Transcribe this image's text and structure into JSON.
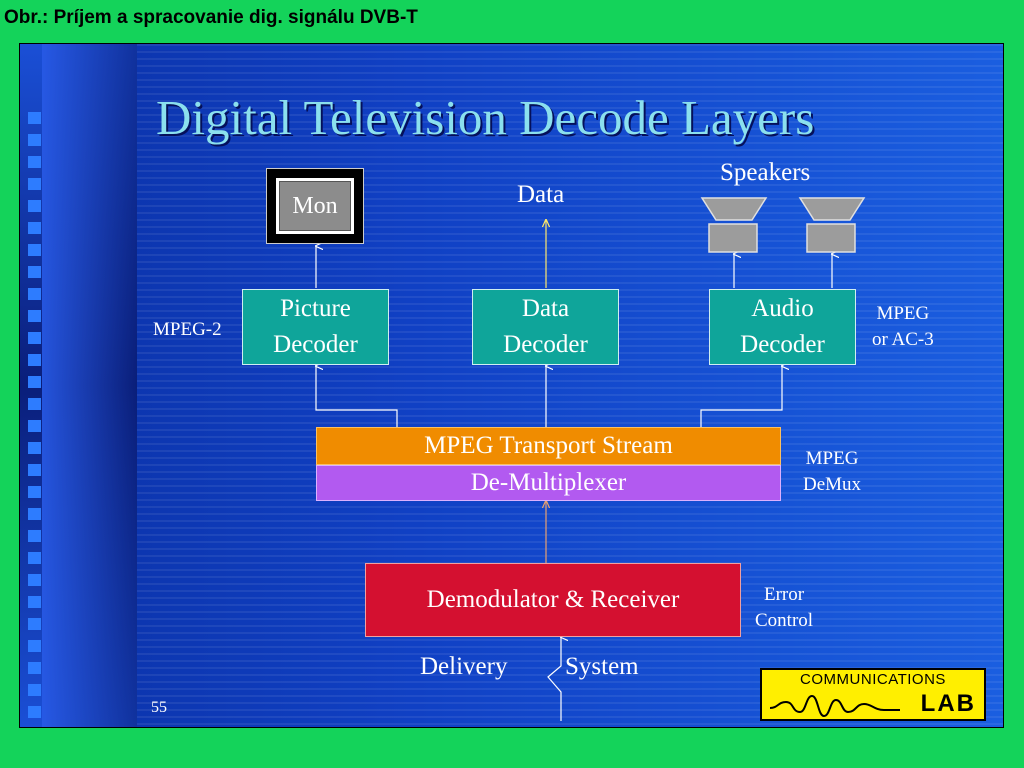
{
  "caption": "Obr.: Príjem a spracovanie dig. signálu DVB-T",
  "title": "Digital Television Decode Layers",
  "monitor_label": "Mon",
  "data_label": "Data",
  "speakers_label": "Speakers",
  "picture_decoder": [
    "Picture",
    "Decoder"
  ],
  "data_decoder": [
    "Data",
    "Decoder"
  ],
  "audio_decoder": [
    "Audio",
    "Decoder"
  ],
  "mpeg2_label": "MPEG-2",
  "mpeg_ac3_label": [
    "MPEG",
    "or AC-3"
  ],
  "transport_stream": "MPEG Transport Stream",
  "demultiplexer": "De-Multiplexer",
  "mpeg_demux_label": [
    "MPEG",
    "DeMux"
  ],
  "demodulator": "Demodulator & Receiver",
  "error_control_label": [
    "Error",
    "Control"
  ],
  "delivery_label": "Delivery",
  "system_label": "System",
  "page_number": "55",
  "logo": {
    "line1": "COMMUNICATIONS",
    "line2": "LAB"
  },
  "colors": {
    "page_background": "#14d35a",
    "slide_background": "#1a4fd6",
    "title": "#8be0ee",
    "decoder_box": "#0fa59a",
    "transport_stream": "#f08c00",
    "demultiplexer": "#b25af0",
    "demodulator": "#d41030",
    "logo_background": "#ffef00"
  }
}
